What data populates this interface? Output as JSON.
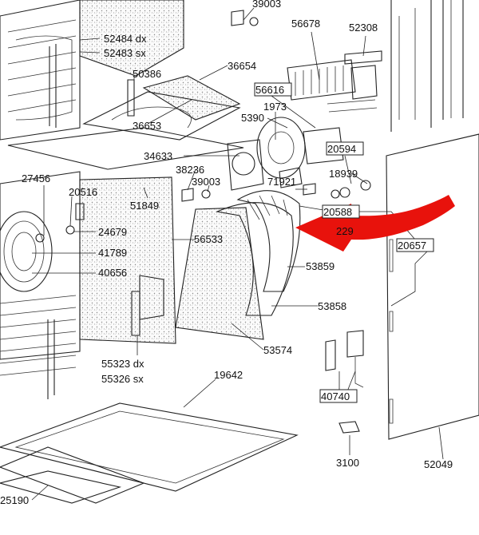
{
  "diagram": {
    "labels": {
      "p39003a": "39003",
      "p56678": "56678",
      "p52308": "52308",
      "p52484": "52484 dx",
      "p52483": "52483 sx",
      "p36654": "36654",
      "p50386": "50386",
      "p56616": "56616",
      "p1973": "1973",
      "p36653": "36653",
      "p5390": "5390",
      "p20594": "20594",
      "p34633": "34633",
      "p38236": "38236",
      "p18939": "18939",
      "p27456": "27456",
      "p20516": "20516",
      "p39003b": "39003",
      "p71921": "71921",
      "p51849": "51849",
      "p20588": "20588",
      "p229": "229",
      "p20657": "20657",
      "p24679": "24679",
      "p56533": "56533",
      "p41789": "41789",
      "p53859": "53859",
      "p40656": "40656",
      "p53858": "53858",
      "p53574": "53574",
      "p55323": "55323 dx",
      "p55326": "55326 sx",
      "p19642": "19642",
      "p40740": "40740",
      "p3100": "3100",
      "p52049": "52049",
      "p25190": "25190"
    },
    "arrow_color": "#e8120c"
  }
}
